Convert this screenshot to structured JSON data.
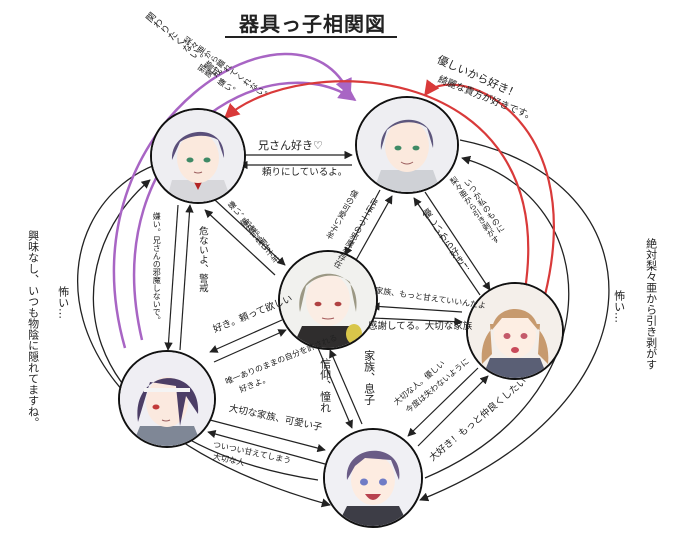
{
  "title": "器具っ子相関図",
  "labels": {
    "top_left_1": "関わりたくない。警戒",
    "top_left_2": "梨々亜から離れてくれない。",
    "top_left_3": "邪魔。嫌い。",
    "top_right_1": "優しいから好き！",
    "top_right_2": "綺麗な貴方が好きです。",
    "ab_top": "兄さん好き♡",
    "ab_bottom": "頼りにしているよ。",
    "a_left_outer": "嫌い。兄さんの邪魔しないで。",
    "a_down_inner": "嫌い、邪魔。消す",
    "a_down_inner2": "僕の可愛い子羊",
    "e_up": "危ないよ、警戒",
    "b_c_1": "僕の可愛い子羊",
    "b_c_2": "ほぼ二つの邪魔な存在",
    "b_d_1": "梨々亜から引き剥がす",
    "b_d_2": "いつか私のものに",
    "b_d_3": "優しいから好き！",
    "d_c_1": "家族、もっと甘えていいんだよ",
    "d_c_2": "感謝してる。大切な家族",
    "c_e_1": "好き。頼って欲しい",
    "c_e_2": "唯一ありのままの自分を許される",
    "c_e_3": "好きよ。",
    "c_f_1": "家族、息子",
    "c_f_2": "信仰、憧れ",
    "d_f_1": "大切な人。優しい",
    "d_f_2": "今度は失わないように",
    "d_f_3": "大好き！もっと仲良くしたい",
    "e_f_1": "大切な家族、可愛い子",
    "e_f_2": "ついつい甘えてしまう",
    "e_f_3": "大切な人",
    "left_outer_1": "興味なし、いつも物陰に隠れてますね。",
    "left_outer_2": "怖い…",
    "right_outer_1": "絶対梨々亜から引き剥がす",
    "right_outer_2": "怖い…"
  },
  "characters": [
    {
      "id": "a",
      "role": "top-left",
      "hair": "#5a4f7a",
      "eyes": "#3f8a66"
    },
    {
      "id": "b",
      "role": "top-right",
      "hair": "#5d567c",
      "eyes": "#3f8a66"
    },
    {
      "id": "c",
      "role": "center",
      "hair": "#9b9884",
      "eyes": "#b04242"
    },
    {
      "id": "d",
      "role": "right",
      "hair": "#c79a6e",
      "eyes": "#c45a6a"
    },
    {
      "id": "e",
      "role": "bottom-left",
      "hair": "#4c3e66",
      "eyes": "#c23a3a"
    },
    {
      "id": "f",
      "role": "bottom",
      "hair": "#6a5c86",
      "eyes": "#6f7cc6"
    }
  ],
  "colors": {
    "purple_arrow": "#a865c4",
    "red_arrow": "#d93a3a",
    "ink": "#222222"
  }
}
